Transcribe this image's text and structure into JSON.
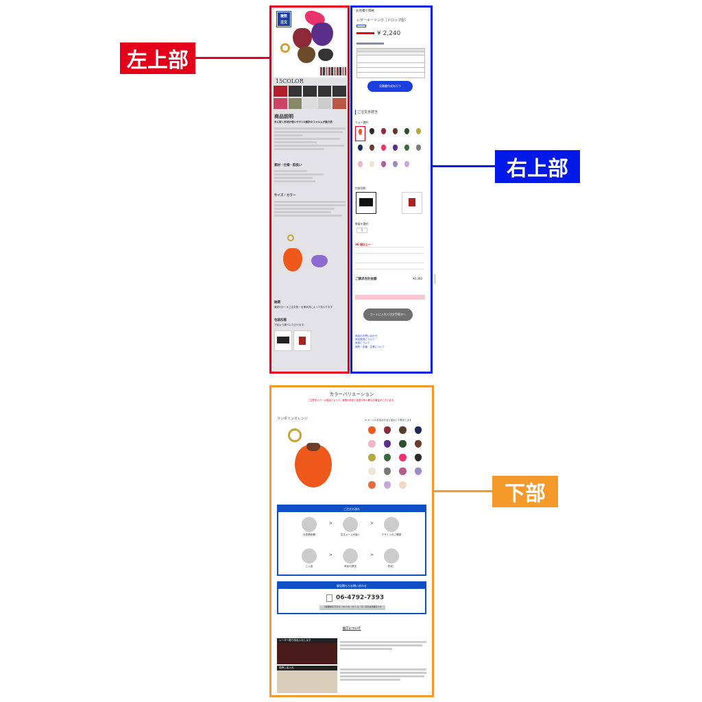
{
  "labels": {
    "top_left": "左上部",
    "top_right": "右上部",
    "bottom": "下部"
  },
  "colors": {
    "red": "#e4001a",
    "blue": "#0019e6",
    "orange": "#f39a2b",
    "btn_blue": "#1a3fdc",
    "btn_gray": "#707070",
    "banner_blue": "#0f4fc5"
  },
  "left": {
    "badge": "複数\n注文",
    "color_count": "15COLOR",
    "desc_title": "商品説明",
    "desc_lead": "手に取く形状が使いやすい2面折のフォルムが魅力的",
    "spec_title": "素材・仕様・取扱い",
    "size_title": "サイズ・カラー",
    "note_title": "納期",
    "note_text": "最短3日〜 ※ご注文数・仕事状況によって変わります",
    "wrap_title": "包装形態",
    "wrap_text": "下記より選べいただけます。"
  },
  "right": {
    "section": "お見積り価格",
    "product": "レザーキーリング［ドロップ型］",
    "price": "¥ 2,240",
    "order_btn": "見積書作成を行う",
    "order_title": "ご注文手続き",
    "color_select": "カラー選択：",
    "wrap_select": "包装形態：",
    "qty_label": "数量を選択：",
    "qty_value": "1",
    "sub_title": "36 個以上〜",
    "total_label": "ご請求合計金額",
    "total_value": "¥0,360",
    "cart_btn": "カートに入れて注文手続きへ",
    "links": [
      "商品のお問い合わせ",
      "商品発送について",
      "返品について",
      "個別・定番／企業について"
    ]
  },
  "bottom": {
    "title": "カラーバリエーション",
    "subtitle": "ご注意をカラーの設定によって、実際の商品と色見が多少異なる場合がございます。",
    "variant_name": "マンダリンオレンジ",
    "hint": "カーソルを合わせると拡大して表示します",
    "flow_title": "ご注文の流れ",
    "flow_steps": [
      "お見積依頼",
      "注文メールが届く",
      "デザインのご確認",
      "ご入金",
      "商品の発送",
      "完成！"
    ],
    "contact_title": "御見積もりお問い合わせ",
    "phone": "06-4792-7393",
    "hours": "［営業時間 平日 9：30〜18：00 ］土・日・祝日は休業日です",
    "process_title": "加工について",
    "process_items": [
      "レーザー彫り刻名入れします",
      "箔押し名入れ"
    ]
  }
}
